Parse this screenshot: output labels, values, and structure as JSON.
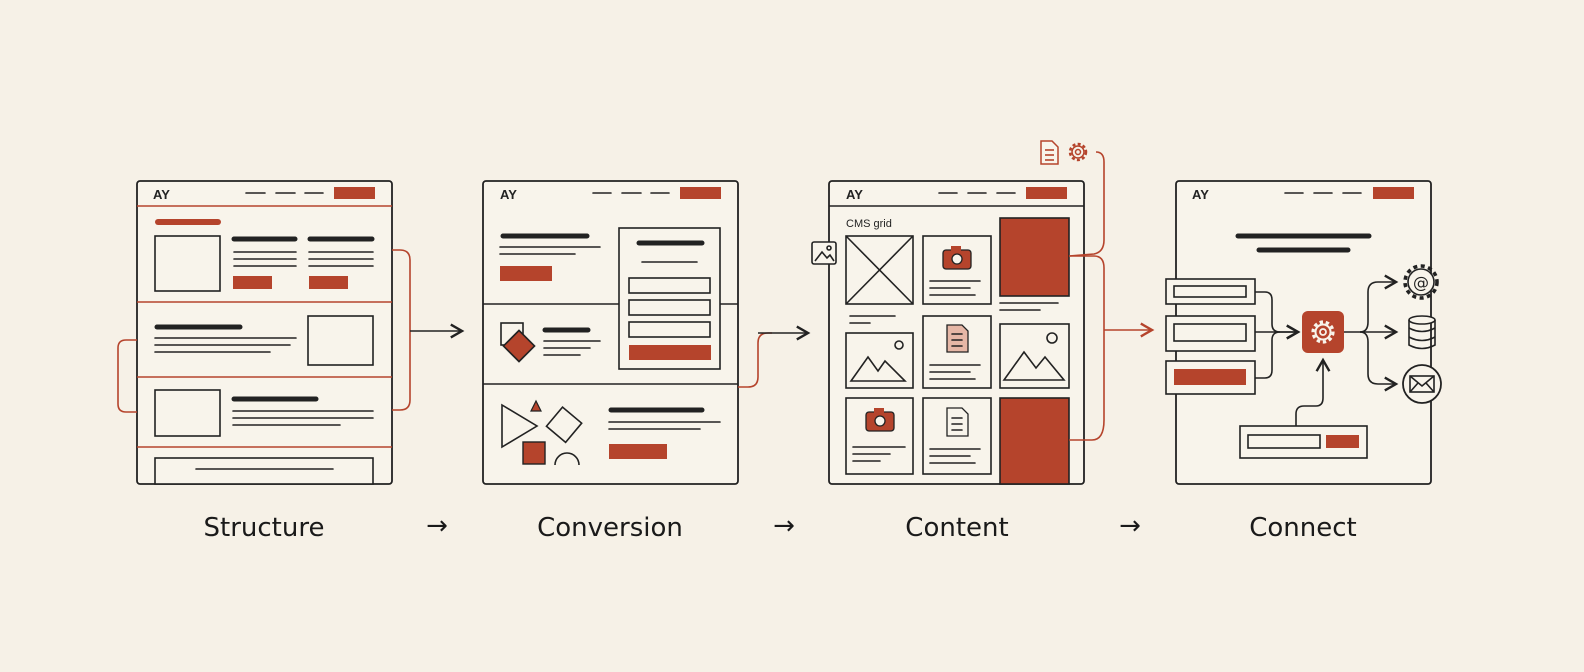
{
  "stages": [
    {
      "label": "Structure",
      "logo": "AY"
    },
    {
      "label": "Conversion",
      "logo": "AY"
    },
    {
      "label": "Content",
      "logo": "AY",
      "grid_label": "CMS grid"
    },
    {
      "label": "Connect",
      "logo": "AY"
    }
  ],
  "arrow_glyph": "→",
  "icons": {
    "document": "document-icon",
    "settings": "gear-icon",
    "image": "image-icon",
    "camera": "camera-icon",
    "at": "at-gear-icon",
    "database": "database-icon",
    "email": "envelope-icon"
  },
  "colors": {
    "accent": "#b5442c",
    "ink": "#222222",
    "background": "#f6f1e7"
  }
}
